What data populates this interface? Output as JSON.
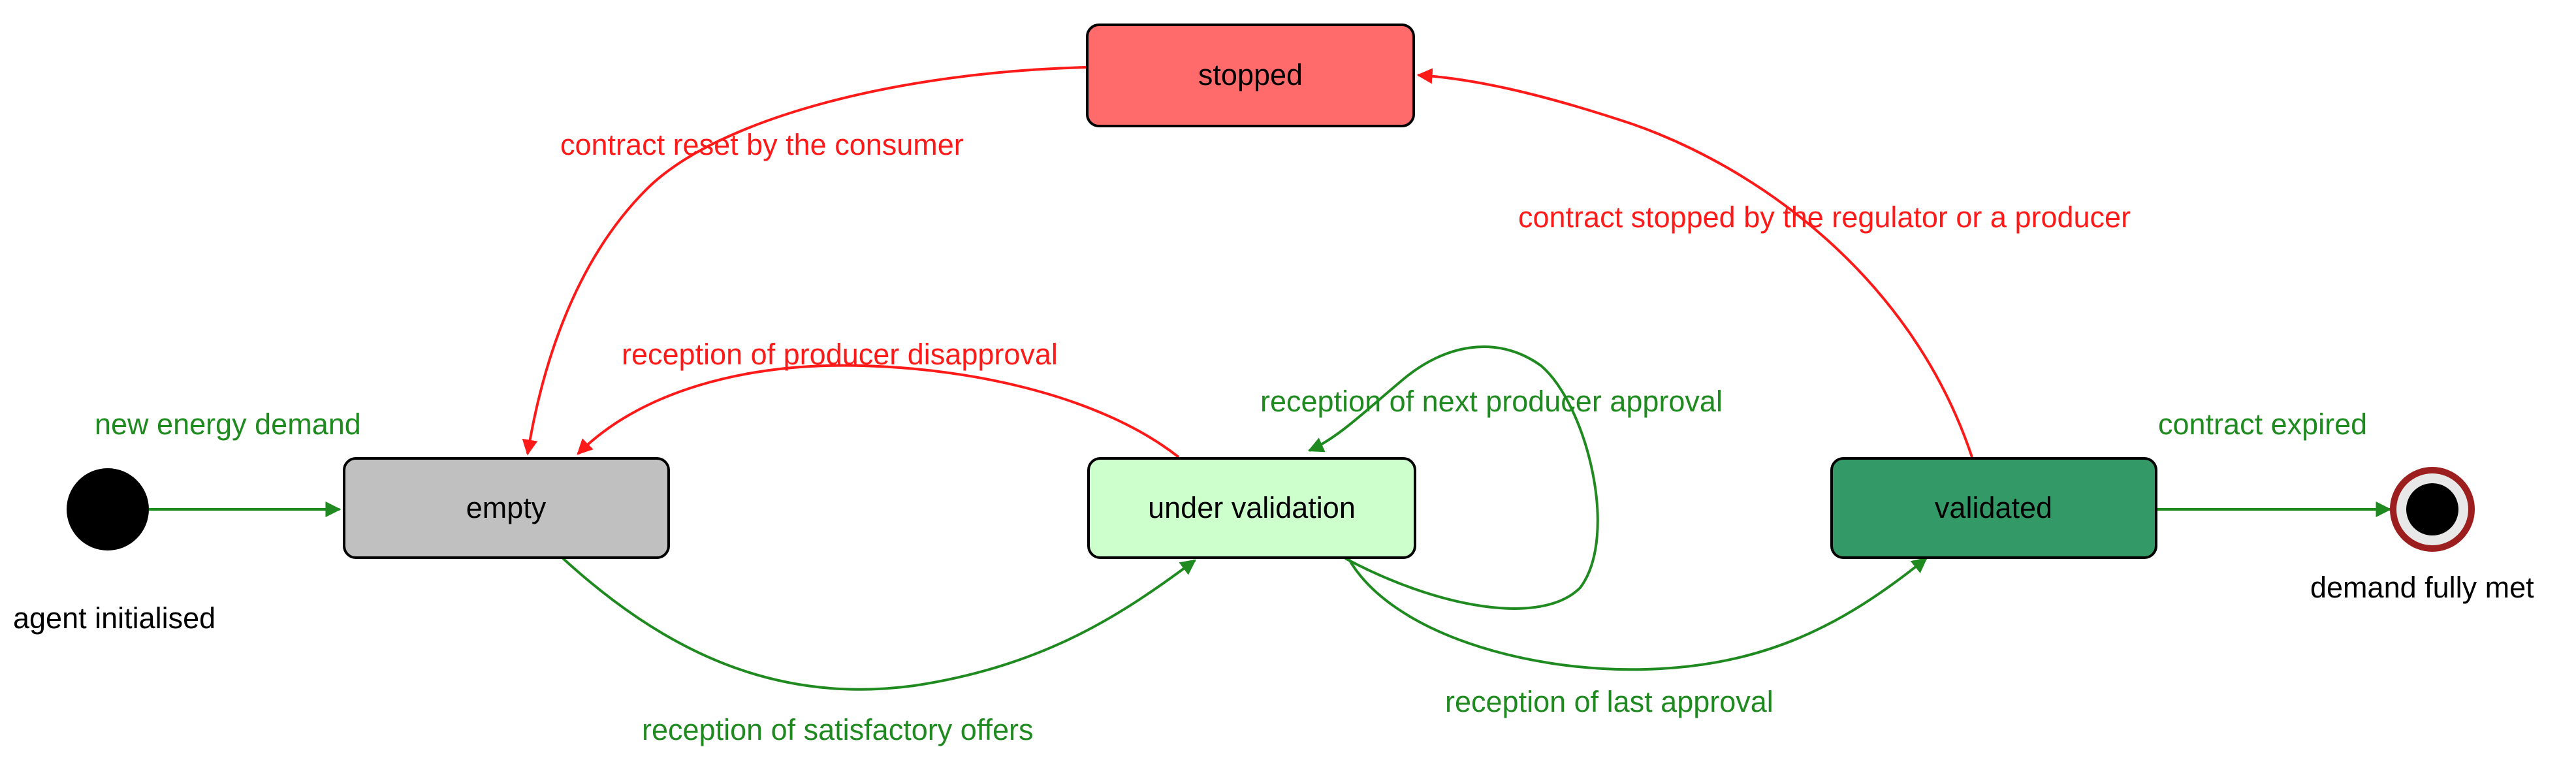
{
  "states": {
    "stopped": {
      "label": "stopped",
      "fill": "#ff6b6b"
    },
    "empty": {
      "label": "empty",
      "fill": "#c0c0c0"
    },
    "under_validation": {
      "label": "under validation",
      "fill": "#ccffcc"
    },
    "validated": {
      "label": "validated",
      "fill": "#339966"
    }
  },
  "start": {
    "caption": "agent initialised"
  },
  "end": {
    "caption": "demand fully met"
  },
  "transitions": {
    "new_energy_demand": {
      "label": "new energy demand",
      "color": "#1f8a1f"
    },
    "satisfactory_offers": {
      "label": "reception of satisfactory offers",
      "color": "#1f8a1f"
    },
    "next_producer_approval": {
      "label": "reception of next producer approval",
      "color": "#1f8a1f"
    },
    "last_approval": {
      "label": "reception of last approval",
      "color": "#1f8a1f"
    },
    "contract_expired": {
      "label": "contract expired",
      "color": "#1f8a1f"
    },
    "producer_disapproval": {
      "label": "reception of producer disapproval",
      "color": "#ff1a1a"
    },
    "contract_reset": {
      "label": "contract reset by the consumer",
      "color": "#ff1a1a"
    },
    "contract_stopped": {
      "label": "contract stopped by the regulator or a producer",
      "color": "#ff1a1a"
    }
  }
}
